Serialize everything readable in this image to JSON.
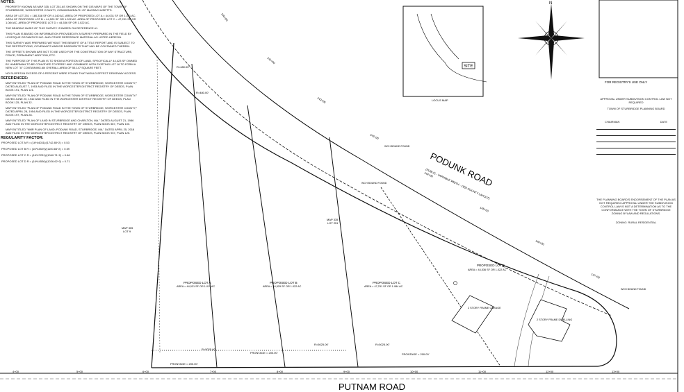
{
  "notes": {
    "heading": "NOTES:",
    "items": [
      "PROPERTY KNOWN AS MAP 335, LOT 251 AS SHOWN ON THE GIS MAPS OF THE TOWN OF STURBRIDGE, WORCESTER COUNTY, COMMONWEALTH OF MASSACHUSETTS.",
      "AREA OF LOT 251 = 180,338 SF OR 4.140 AC. AREA OF PROPOSED LOT A = 44,031 SF OR 1.011 AC. AREA OF PROPOSED LOT B = 44,529 SF OR 1.022 AC. AREA OF PROPOSED LOT C = 47,231 SF OR 1.084 AC. AREA OF PROPOSED LOT D = 44,536 SF OR 1.022 AC.",
      "THE BEARING BASIS OF THIS SURVEY IS BASED ON REFERENCE #1.",
      "THIS PLAN IS BASED ON INFORMATION PROVIDED BY A SURVEY PREPARED IN THE FIELD BY LEVESQUE GEOMATICS INC. AND OTHER REFERENCE MATERIAL AS LISTED HEREON.",
      "THIS SURVEY WAS PREPARED WITHOUT THE BENEFIT OF A TITLE REPORT AND IS SUBJECT TO THE RESTRICTIONS, COVENANTS AND/OR EASEMENTS THAT MAY BE CONTAINED THEREIN.",
      "THE OFFSETS SHOWN ARE NOT TO BE USED FOR THE CONSTRUCTION OF ANY STRUCTURE, FENCE, PERMANENT ADDITION, ETC.",
      "THE PURPOSE OF THIS PLAN IS TO SHOW A PORTION OF LAND, SPECIFICALLY 44,423 SF OWNED BY HABERMAN TO BE CONVEYED TO PERRY AND COMBINED WITH EXISTING LOT 16 TO FORM A NEW LOT \"A\" CONTAINING AN OVERALL AREA OF 55,147 SQUARE FEET.",
      "NO SLOPES IN EXCESS OF 6 PERCENT WERE FOUND THAT WOULD EFFECT DRIVEWAY ACCESS."
    ]
  },
  "references": {
    "heading": "REFERENCES:",
    "items": [
      "MAP ENTITLED \"PLAN OF PODUNK ROAD IN THE TOWN OF STURBRIDGE, WORCESTER COUNTY,\" DATED AUGUST 7, 1953 AND FILED IN THE WORCESTER DISTRICT REGISTRY OF DEEDS, PLAN BOOK 191, PLAN 121.",
      "MAP ENTITLED \"PLAN OF PODUNK ROAD IN THE TOWN OF STURBRIDGE, WORCESTER COUNTY,\" DATED JUNE 20, 1942 AND FILED IN THE WORCESTER DISTRICT REGISTRY OF DEEDS, PLAN BOOK 125, PLAN 32.",
      "MAP ENTITLED \"PLAN OF PODUNK ROAD IN THE TOWN OF STURBRIDGE, WORCESTER COUNTY,\" DATED APRIL 28, 1954 AND FILED IN THE WORCESTER DISTRICT REGISTRY OF DEEDS, PLAN BOOK 197, PLAN 28.",
      "MAP ENTITLED \"PLAN OF LAND IN STURBRIDGE AND CHARLTON, MA.\" DATED AUGUST 21, 1986 AND FILED IN THE WORCESTER DISTRICT REGISTRY OF DEEDS, PLAN BOOK 567, PLAN 100.",
      "MAP ENTITLED \"NMR PLAN OF LAND; PODUNK ROAD, STURBRIDGE, MA.\" DATED APRIL 25, 2018 AND FILED IN THE WORCESTER DISTRICT REGISTRY OF DEEDS, PLAN BOOK 937, PLAN 125."
    ]
  },
  "regularity": {
    "heading": "REGULARITY FACTOR:",
    "items": [
      {
        "lot": "PROPOSED LOT A",
        "formula": "R = (16*44031)/(1742.80^2) = 0.53"
      },
      {
        "lot": "PROPOSED LOT B",
        "formula": "R = (16*44529)/(1100.84^2) = 0.59"
      },
      {
        "lot": "PROPOSED LOT C",
        "formula": "R = (16*47231)/(1040.71^2) = 0.66"
      },
      {
        "lot": "PROPOSED LOT D",
        "formula": "R = (16*44536)/(1026.62^2) = 0.71"
      }
    ]
  },
  "roads": {
    "podunk": "PODUNK ROAD",
    "podunk_sub": "(PUBLIC - VARIABLE WIDTH - 1953 COUNTY LAYOUT)",
    "putnam": "PUTNAM ROAD"
  },
  "lots": {
    "a": {
      "name": "PROPOSED LOT A",
      "area": "AREA = 44,031 SF OR 1.011 AC"
    },
    "b": {
      "name": "PROPOSED LOT B",
      "area": "AREA = 44,529 SF OR 1.022 AC"
    },
    "c": {
      "name": "PROPOSED LOT C",
      "area": "AREA = 47,231 SF OR 1.084 AC"
    },
    "d": {
      "name": "PROPOSED LOT D",
      "area": "AREA = 44,536 SF OR 1.022 AC"
    },
    "map335": {
      "map": "MAP 335",
      "lot": "LOT 251"
    },
    "map305": {
      "map": "MAP 305",
      "lot": "LOT 9"
    }
  },
  "labels": {
    "frontage": "FRONTAGE = 200.00'",
    "garage": "2 STORY FRAME GARAGE",
    "dwelling": "2 STORY FRAME DWELLING",
    "wh_bound": "WCH BOUND FOUND",
    "locus_map": "LOCUS MAP",
    "site": "SITE",
    "north": "N",
    "registry": "FOR REGISTRY'S USE ONLY",
    "curve_r5025": "R=5025.00'",
    "curve_r480": "R=480.00'"
  },
  "stations": [
    "4+00",
    "5+00",
    "6+00",
    "7+00",
    "8+00",
    "9+00",
    "10+00",
    "11+00",
    "12+00",
    "13+00"
  ],
  "podunk_stations": [
    "140+00",
    "141+00",
    "142+00",
    "143+00",
    "144+00",
    "145+00",
    "146+00",
    "147+00"
  ],
  "title_block": {
    "approval": "APPROVAL UNDER SUBDIVISION CONTROL LAW NOT REQUIRED",
    "board": "TOWN OF STURBRIDGE PLANNING BOARD",
    "chairman": "CHAIRMAN",
    "date": "DATE",
    "endorsement": "THE PLANNING BOARD'S ENDORSEMENT OF THE PLAN AS NOT REQUIRING APPROVAL UNDER THE SUBDIVISION CONTROL LAW IS NOT A DETERMINATION AS TO THE CONFORMANCE WITH THE TOWN OF STURBRIDGE ZONING BYLAW AND REGULATIONS.",
    "zoning": "ZONING: RURAL RESIDENTIAL"
  }
}
